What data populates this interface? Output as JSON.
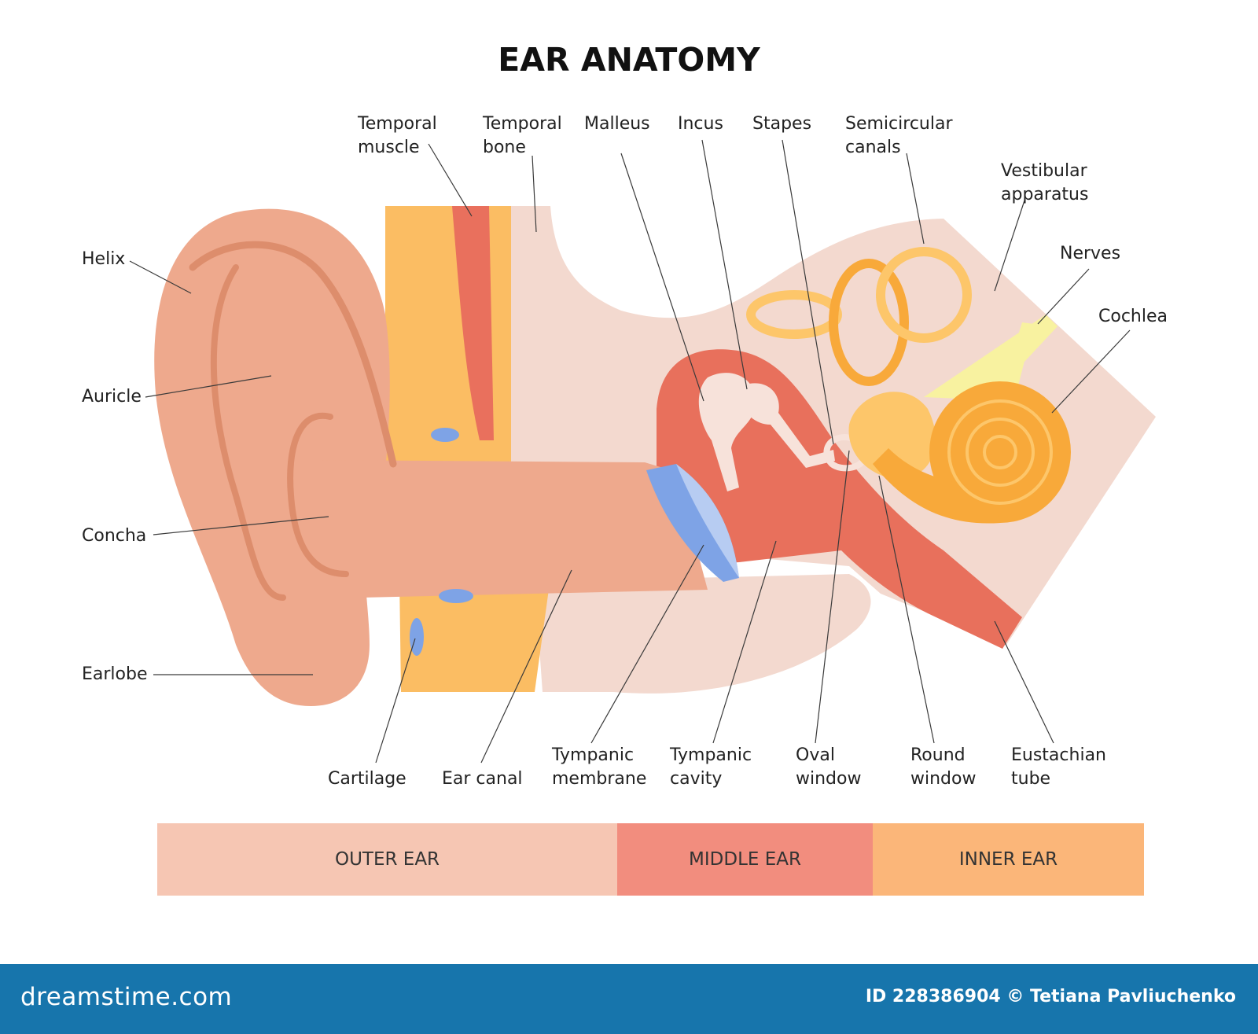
{
  "title": "EAR ANATOMY",
  "labels": {
    "temporal_muscle": [
      "Temporal",
      "muscle"
    ],
    "temporal_bone": [
      "Temporal",
      "bone"
    ],
    "malleus": "Malleus",
    "incus": "Incus",
    "stapes": "Stapes",
    "semicircular_canals": [
      "Semicircular",
      "canals"
    ],
    "vestibular_apparatus": [
      "Vestibular",
      "apparatus"
    ],
    "nerves": "Nerves",
    "cochlea": "Cochlea",
    "helix": "Helix",
    "auricle": "Auricle",
    "concha": "Concha",
    "earlobe": "Earlobe",
    "cartilage": "Cartilage",
    "ear_canal": "Ear canal",
    "tympanic_membrane": [
      "Tympanic",
      "membrane"
    ],
    "tympanic_cavity": [
      "Tympanic",
      "cavity"
    ],
    "oval_window": [
      "Oval",
      "window"
    ],
    "round_window": [
      "Round",
      "window"
    ],
    "eustachian_tube": [
      "Eustachian",
      "tube"
    ]
  },
  "sections": [
    {
      "label": "OUTER EAR",
      "color": "#f6c6b3"
    },
    {
      "label": "MIDDLE EAR",
      "color": "#f28d7e"
    },
    {
      "label": "INNER EAR",
      "color": "#fbb679"
    }
  ],
  "colors": {
    "skin": "#eea98d",
    "skin_dark": "#dd8d6c",
    "cartilage_yellow": "#fbbd63",
    "bone_pink": "#f3d9cf",
    "muscle_red": "#e9705d",
    "middle_cavity": "#e8705c",
    "membrane_blue": "#7ea3e6",
    "ossicle": "#f7e2da",
    "inner_orange": "#f8a93a",
    "canal_yellow": "#fdc66a",
    "nerve_yellow": "#f8f2a0"
  },
  "footer": {
    "brand": "dreamstime.com",
    "credit": "ID 228386904 © Tetiana Pavliuchenko"
  }
}
